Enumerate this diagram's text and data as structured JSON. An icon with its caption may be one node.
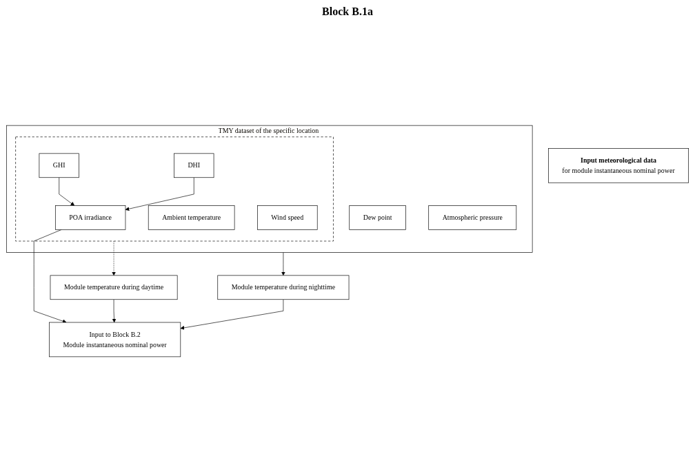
{
  "diagram": {
    "title": "Block B.1a",
    "nodes": [
      {
        "text": [
          "Input meteorological data",
          "for module instantaneous nominal power"
        ]
      },
      {
        "text": [
          "TMY dataset of the specific location"
        ]
      },
      {
        "text": [],
        "shape": "box",
        "in": 1
      },
      {
        "text": [
          "GHI"
        ],
        "in": 2
      },
      {
        "text": [
          "DHI"
        ],
        "in": 2
      },
      {
        "text": [
          "POA irradiance"
        ],
        "in": 2
      },
      {
        "text": [
          "Ambient temperature"
        ],
        "in": 2
      },
      {
        "text": [
          "Wind speed"
        ],
        "in": 2
      },
      {
        "text": [
          "Dew point"
        ],
        "in": 1
      },
      {
        "text": [
          "Atmospheric pressure"
        ],
        "in": 1
      },
      {
        "text": [
          "Module temperature during daytime"
        ]
      },
      {
        "text": [
          "Module temperature during nighttime"
        ]
      },
      {
        "text": [
          "Input to Block B.2",
          "Module instantaneous nominal power"
        ]
      }
    ],
    "edges": [
      {
        "from": 3,
        "to": 5,
        "arrow": "to"
      },
      {
        "from": 4,
        "to": 5,
        "arrow": "to"
      },
      {
        "from": 2,
        "to": 10,
        "arrow": "to",
        "style": "dashed"
      },
      {
        "from": 1,
        "to": 11,
        "arrow": "to"
      },
      {
        "from": 5,
        "to": 12,
        "arrow": "to"
      },
      {
        "from": 10,
        "to": 12,
        "arrow": "to"
      },
      {
        "from": 11,
        "to": 12,
        "arrow": "to"
      }
    ]
  }
}
